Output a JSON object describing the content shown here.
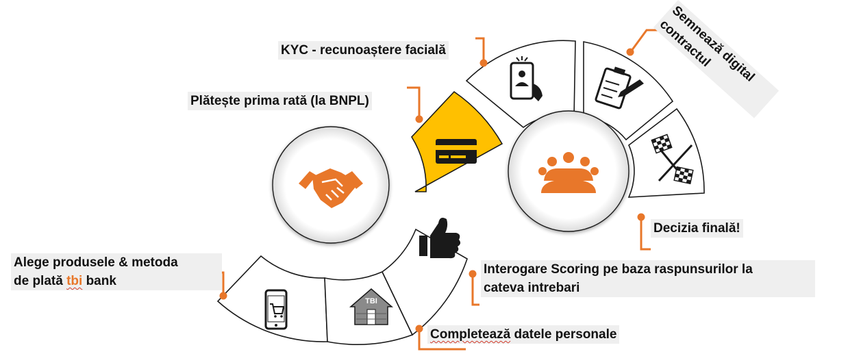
{
  "steps": [
    {
      "id": "alege",
      "text_line1": "Alege produsele & metoda",
      "text_line2_pre": "de plată ",
      "text_brand": "tbi",
      "text_line2_post": " bank",
      "icon": "mobile-cart-icon"
    },
    {
      "id": "completeaza",
      "text_pre": "Completează",
      "text_post": " datele personale",
      "icon": "tbi-house-icon"
    },
    {
      "id": "interogare",
      "text_line1": "Interogare Scoring pe baza raspunsurilor la",
      "text_line2": "cateva intrebari",
      "icon": "thumbs-up-icon"
    },
    {
      "id": "plateste",
      "text": "Plătește prima rată (la BNPL)",
      "icon": "credit-card-icon"
    },
    {
      "id": "kyc",
      "text": "KYC - recunoaștere facială",
      "icon": "phone-selfie-icon"
    },
    {
      "id": "semneaza",
      "text_line1": "Semnează digital",
      "text_line2": "contractul",
      "icon": "clipboard-pen-icon"
    },
    {
      "id": "decizia",
      "text": "Decizia finală!",
      "icon": "checkered-flags-icon"
    }
  ],
  "hub_icons": [
    "handshake-icon",
    "team-meeting-icon"
  ],
  "icon_badge_text": "TBI",
  "colors": {
    "accent": "#e8772a",
    "highlight": "#ffc000",
    "outline": "#1a1a1a",
    "label_bg": "#efefef"
  }
}
